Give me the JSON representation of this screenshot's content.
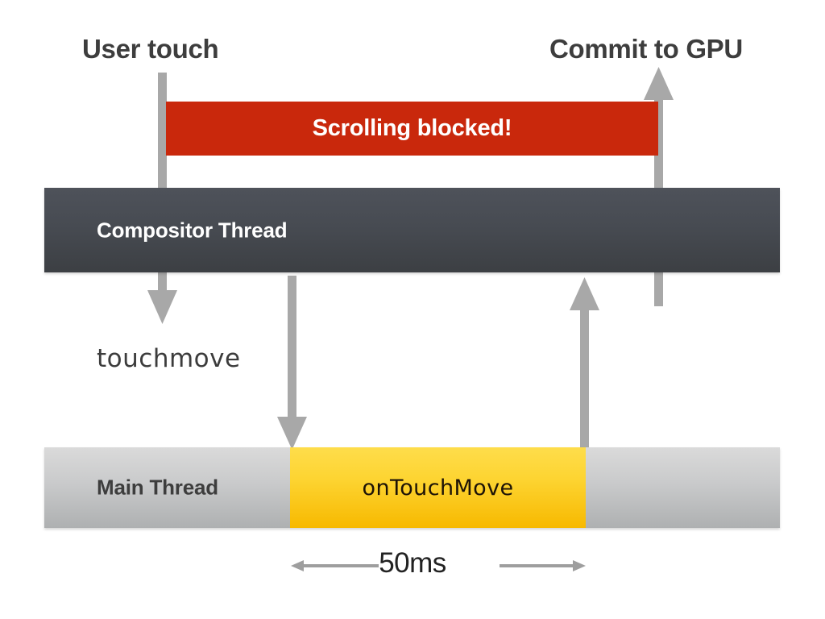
{
  "diagram": {
    "title_labels": {
      "user_touch": "User touch",
      "commit_to_gpu": "Commit to GPU"
    },
    "blocked_bar": {
      "label": "Scrolling blocked!",
      "color": "#c9280c",
      "text_color": "#ffffff"
    },
    "lanes": [
      {
        "id": "compositor",
        "label": "Compositor Thread",
        "color_top": "#4e525a",
        "color_bottom": "#3c3f43",
        "text_color": "#ffffff"
      },
      {
        "id": "main",
        "label": "Main Thread",
        "color_top": "#dadada",
        "color_bottom": "#aeb0b1",
        "text_color": "#3d3d3d"
      }
    ],
    "task_block": {
      "label": "onTouchMove",
      "color_top": "#fedd4b",
      "color_bottom": "#f7b900",
      "text_color": "#1d1306"
    },
    "event_label": "touchmove",
    "measure": {
      "label": "50ms",
      "color": "#222222"
    },
    "arrow_color": "#a8a8a8",
    "measure_arrow_color": "#9e9e9e",
    "icons": {
      "down_arrow": "arrow-down-icon",
      "up_arrow": "arrow-up-icon",
      "measure_arrow": "double-arrow-icon"
    }
  }
}
